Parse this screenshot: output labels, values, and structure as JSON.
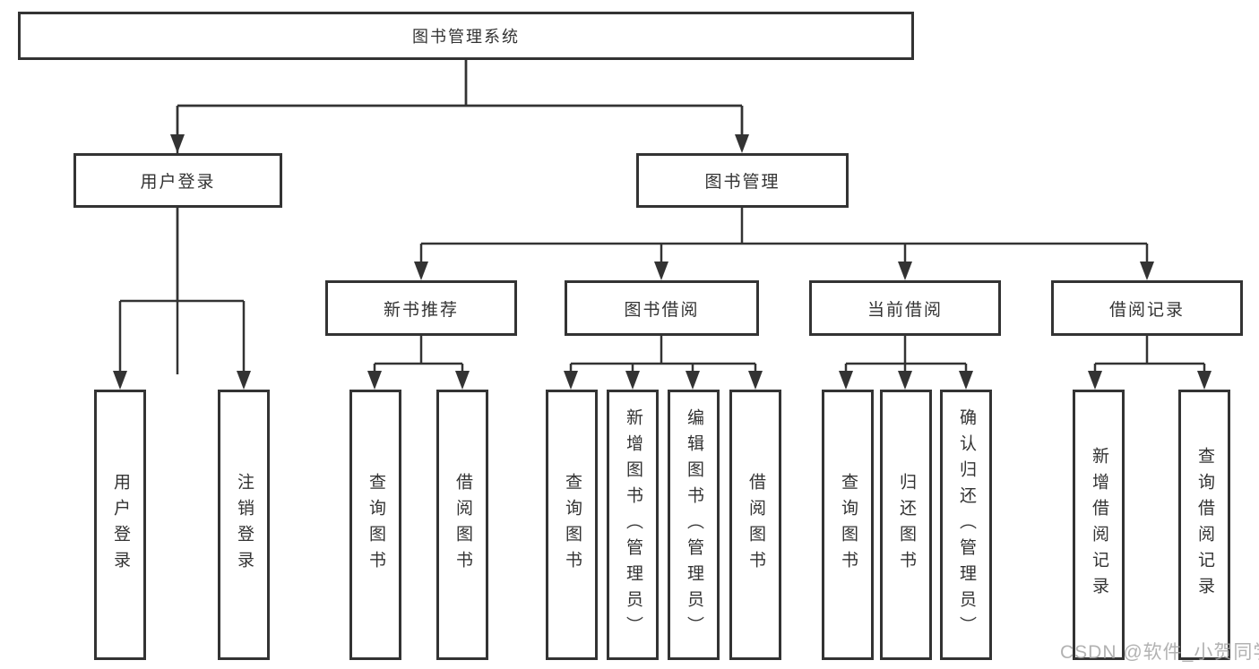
{
  "nodes": {
    "root": {
      "label": "图书管理系统"
    },
    "level2": [
      {
        "label": "用户登录"
      },
      {
        "label": "图书管理"
      }
    ],
    "level3": [
      {
        "label": "新书推荐",
        "parent": "图书管理"
      },
      {
        "label": "图书借阅",
        "parent": "图书管理"
      },
      {
        "label": "当前借阅",
        "parent": "图书管理"
      },
      {
        "label": "借阅记录",
        "parent": "图书管理"
      }
    ],
    "leaves": [
      {
        "label": "用户登录",
        "parent": "用户登录"
      },
      {
        "label": "注销登录",
        "parent": "用户登录"
      },
      {
        "label": "查询图书",
        "parent": "新书推荐"
      },
      {
        "label": "借阅图书",
        "parent": "新书推荐"
      },
      {
        "label": "查询图书",
        "parent": "图书借阅"
      },
      {
        "label": "新增图书（管理员）",
        "parent": "图书借阅"
      },
      {
        "label": "编辑图书（管理员）",
        "parent": "图书借阅"
      },
      {
        "label": "借阅图书",
        "parent": "图书借阅"
      },
      {
        "label": "查询图书",
        "parent": "当前借阅"
      },
      {
        "label": "归还图书",
        "parent": "当前借阅"
      },
      {
        "label": "确认归还（管理员）",
        "parent": "当前借阅"
      },
      {
        "label": "新增借阅记录",
        "parent": "借阅记录"
      },
      {
        "label": "查询借阅记录",
        "parent": "借阅记录"
      }
    ]
  },
  "watermark": {
    "text": "CSDN @软件_小贺同学"
  },
  "colors": {
    "line": "#333333",
    "text": "#333333",
    "background": "#ffffff",
    "watermark": "#a5a5a5"
  }
}
